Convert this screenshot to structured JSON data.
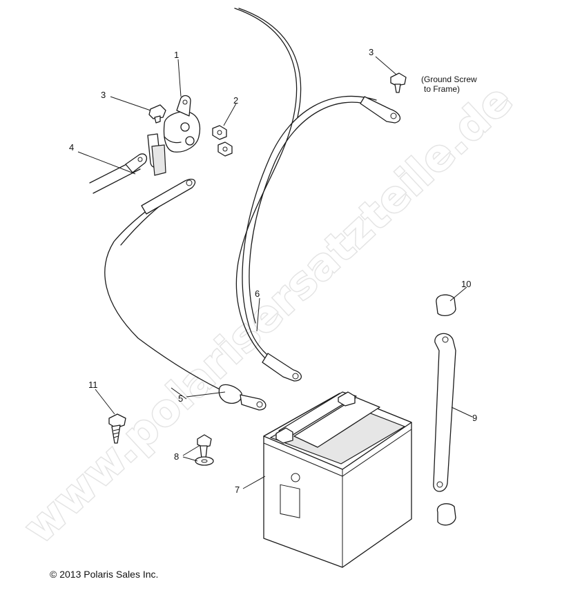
{
  "watermark": "www.polarisersatzteile.de",
  "callouts": {
    "c1": "1",
    "c2": "2",
    "c3a": "3",
    "c3b": "3",
    "c4": "4",
    "c5": "5",
    "c6": "6",
    "c7": "7",
    "c8": "8",
    "c9": "9",
    "c10": "10",
    "c11": "11"
  },
  "note_line1": "(Ground Screw",
  "note_line2": "to Frame)",
  "copyright": "© 2013 Polaris Sales Inc."
}
